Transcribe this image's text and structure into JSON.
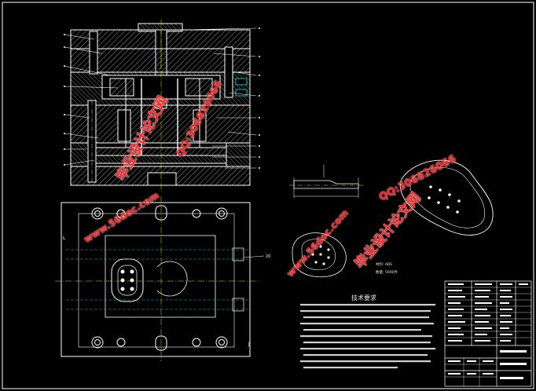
{
  "watermark": {
    "site_text": "毕业设计论文网",
    "url": "www.56doc.com",
    "qq": "QQ:306826066"
  },
  "tech_requirements": {
    "title": "技术要求"
  },
  "part_info": {
    "material_label": "材料:",
    "material_value": "ABS",
    "qty_label": "数量:",
    "qty_value": "5000件"
  },
  "colors": {
    "background": "#000000",
    "line_white": "#ffffff",
    "line_cyan": "#00c0c0",
    "line_yellow": "#e0e000",
    "hatch": "#c8c8c8",
    "watermark_red": "#ff2222"
  }
}
